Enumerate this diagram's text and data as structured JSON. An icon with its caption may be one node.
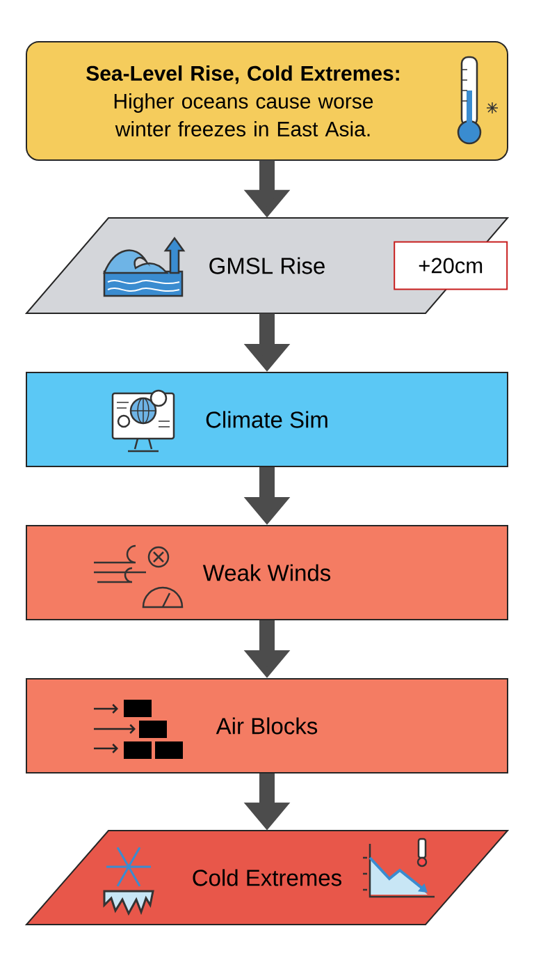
{
  "diagram": {
    "nodes": [
      {
        "text": [
          "Sea-Level Rise, Cold Extremes:",
          "Higher oceans cause worse winter freezes in East Asia."
        ]
      },
      {
        "text": [
          "GMSL Rise"
        ]
      },
      {
        "text": [
          "+20cm"
        ],
        "in": 1
      },
      {
        "text": [
          "Climate Sim"
        ]
      },
      {
        "text": [
          "Weak Winds"
        ]
      },
      {
        "text": [
          "Air Blocks"
        ]
      },
      {
        "text": [
          "Cold Extremes"
        ]
      }
    ],
    "edges": [
      {
        "from": 0,
        "to": 1,
        "arrow": "to"
      },
      {
        "from": 1,
        "to": 3,
        "arrow": "to"
      },
      {
        "from": 3,
        "to": 4,
        "arrow": "to"
      },
      {
        "from": 4,
        "to": 5,
        "arrow": "to"
      },
      {
        "from": 5,
        "to": 6,
        "arrow": "to"
      }
    ]
  }
}
